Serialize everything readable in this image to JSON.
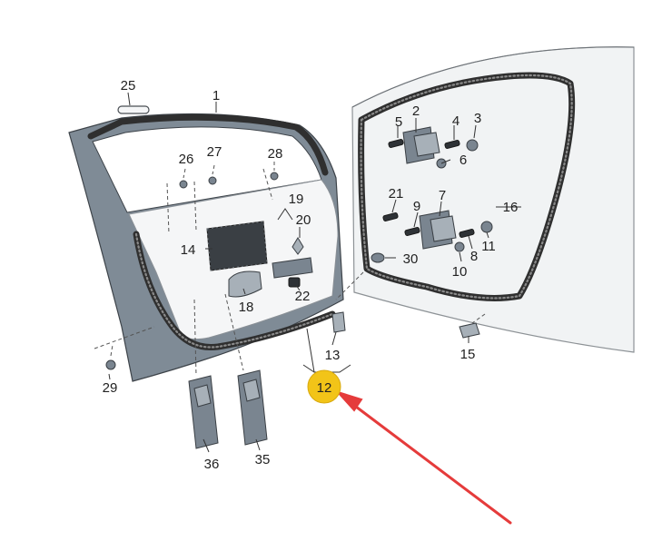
{
  "callouts": {
    "n1": "1",
    "n2": "2",
    "n3": "3",
    "n4": "4",
    "n5": "5",
    "n6": "6",
    "n7": "7",
    "n8": "8",
    "n9": "9",
    "n10": "10",
    "n11": "11",
    "n12": "12",
    "n13": "13",
    "n14": "14",
    "n15": "15",
    "n16": "16",
    "n18": "18",
    "n19": "19",
    "n20": "20",
    "n21": "21",
    "n22": "22",
    "n25": "25",
    "n26": "26",
    "n27": "27",
    "n28": "28",
    "n29": "29",
    "n30": "30",
    "n35": "35",
    "n36": "36"
  },
  "highlight": {
    "fill": "#f2c418",
    "arrow_color": "#e53b3b"
  },
  "colors": {
    "door_panel": "#7f8b96",
    "inner_panel": "#f5f6f7",
    "body_panel": "#f1f3f4"
  }
}
